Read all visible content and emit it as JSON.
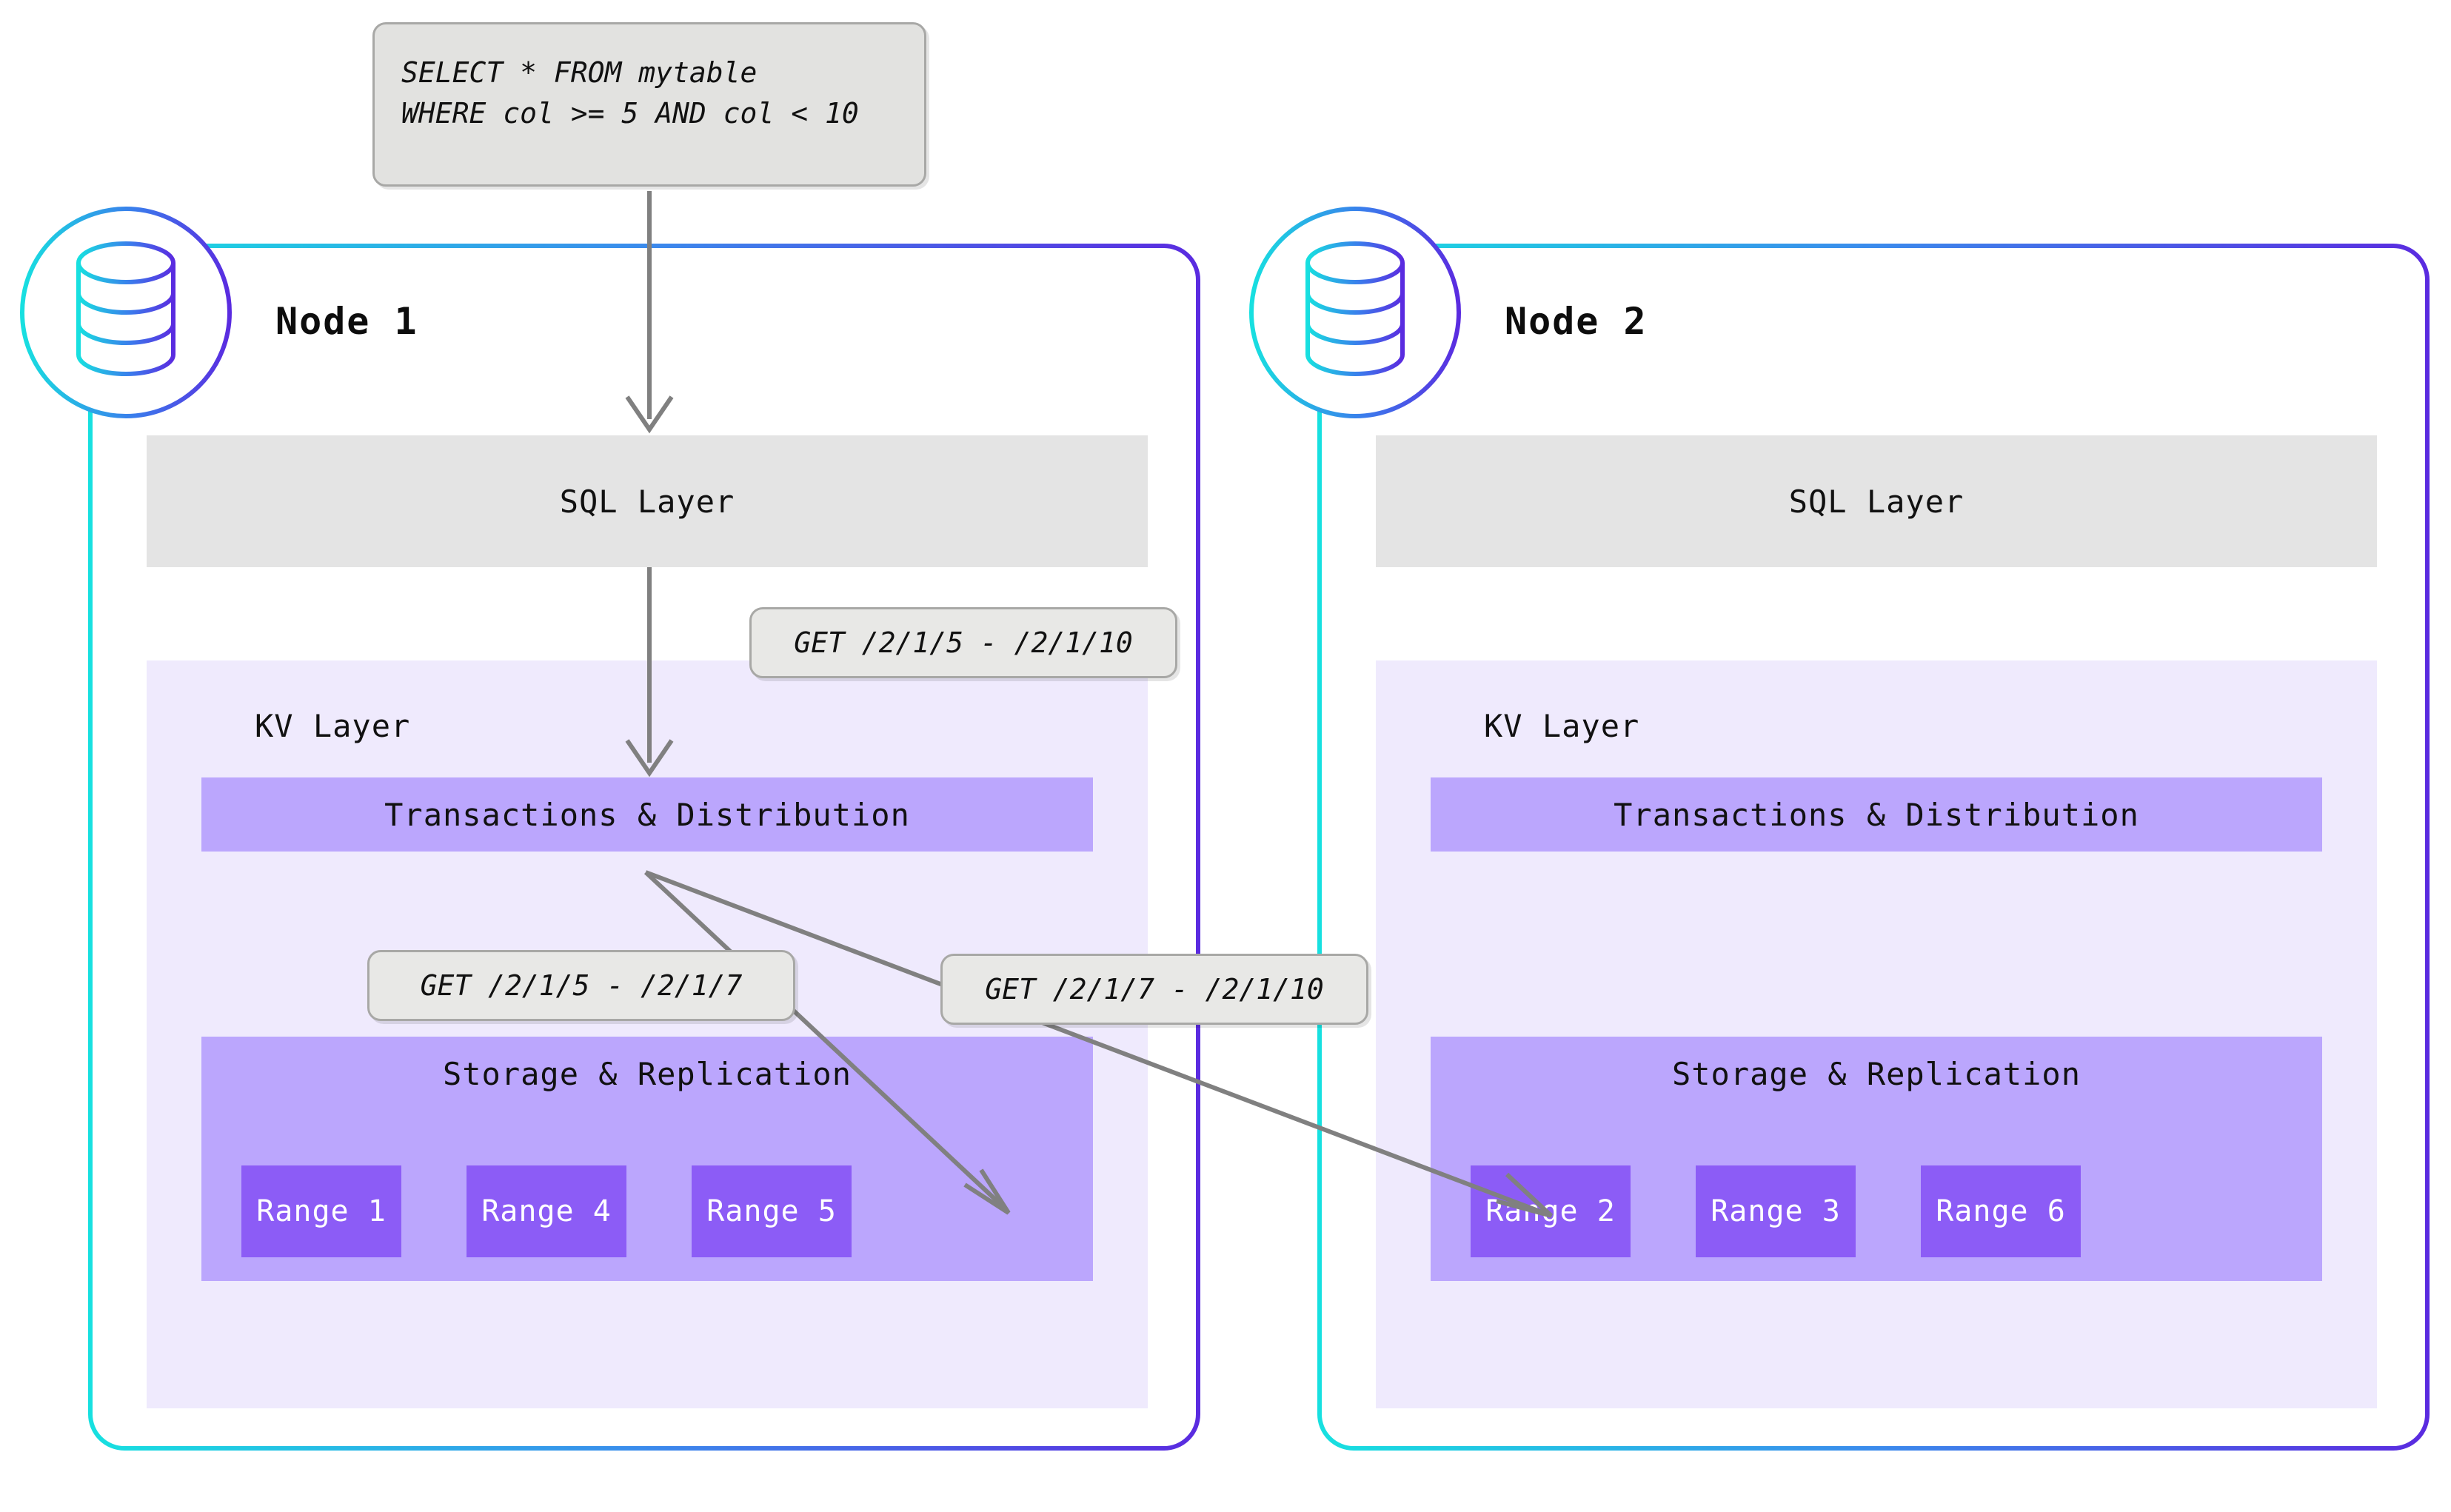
{
  "diagram": {
    "title": "CockroachDB distributed SQL query routing across nodes",
    "colors": {
      "gradient_start": "#17e0e0",
      "gradient_end": "#5a2be0",
      "sql_layer_bg": "#e4e4e4",
      "kv_layer_bg": "#efeafd",
      "txn_bar_bg": "#bba6fd",
      "storage_bar_bg": "#bba6fd",
      "range_bg": "#8c5cf6",
      "bubble_bg": "#e8e8e6",
      "bubble_border": "#a8a8a6",
      "arrow": "#808080",
      "text": "#111111",
      "range_text": "#ffffff"
    }
  },
  "query_box": {
    "line1": "SELECT * FROM mytable",
    "line2": "WHERE col >= 5 AND col < 10"
  },
  "callouts": {
    "sql_to_kv": "GET /2/1/5 - /2/1/10",
    "local_range": "GET /2/1/5 - /2/1/7",
    "remote_range": "GET /2/1/7 - /2/1/10"
  },
  "nodes": [
    {
      "id": "node-1",
      "title": "Node 1",
      "db_icon": "database-icon",
      "sql_layer_label": "SQL Layer",
      "kv_layer_label": "KV Layer",
      "txn_label": "Transactions & Distribution",
      "storage_label": "Storage & Replication",
      "ranges": [
        "Range 1",
        "Range 4",
        "Range 5"
      ]
    },
    {
      "id": "node-2",
      "title": "Node 2",
      "db_icon": "database-icon",
      "sql_layer_label": "SQL Layer",
      "kv_layer_label": "KV Layer",
      "txn_label": "Transactions & Distribution",
      "storage_label": "Storage & Replication",
      "ranges": [
        "Range 2",
        "Range 3",
        "Range 6"
      ]
    }
  ]
}
